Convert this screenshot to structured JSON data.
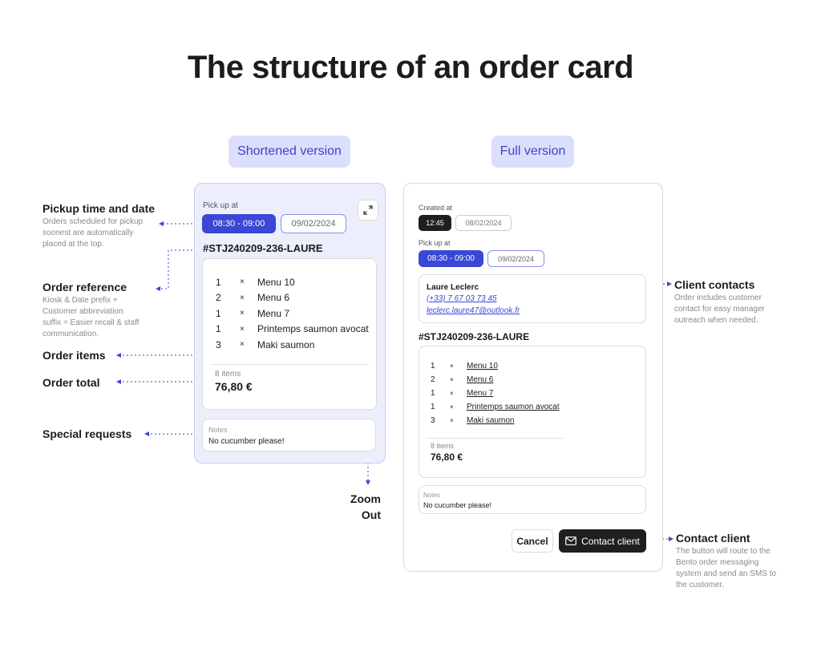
{
  "title": "The structure of an order card",
  "headers": {
    "shortened": "Shortened version",
    "full": "Full version"
  },
  "annotations": {
    "pickup": {
      "title": "Pickup time and date",
      "desc": [
        "Orders scheduled for pickup",
        "soonest are automatically",
        "placed at the top."
      ]
    },
    "order_reference": {
      "title": "Order reference",
      "desc": [
        "Kiosk & Date prefix +",
        "Customer abbreviation",
        "suffix = Easier recall & staff",
        "communication."
      ]
    },
    "order_items": {
      "title": "Order items"
    },
    "order_total": {
      "title": "Order total"
    },
    "special_requests": {
      "title": "Special requests"
    },
    "zoom_out": {
      "line1": "Zoom",
      "line2": "Out"
    },
    "client_contacts": {
      "title": "Client contacts",
      "desc": [
        "Order includes customer",
        "contact for easy manager",
        "outreach when needed."
      ]
    },
    "contact_client": {
      "title": "Contact client",
      "desc": [
        "The button will route to the",
        "Bento order messaging",
        "system and send an SMS to",
        "the customer."
      ]
    }
  },
  "order": {
    "pickup_label": "Pick up at",
    "pickup_time": "08:30 - 09:00",
    "pickup_date": "09/02/2024",
    "created_label": "Created at",
    "created_time": "12:45",
    "created_date": "08/02/2024",
    "reference": "#STJ240209-236-LAURE",
    "items": [
      {
        "qty": "1",
        "x": "×",
        "name": "Menu 10"
      },
      {
        "qty": "2",
        "x": "×",
        "name": "Menu 6"
      },
      {
        "qty": "1",
        "x": "×",
        "name": "Menu 7"
      },
      {
        "qty": "1",
        "x": "×",
        "name": "Printemps saumon avocat"
      },
      {
        "qty": "3",
        "x": "×",
        "name": "Maki saumon"
      }
    ],
    "items_count": "8 items",
    "total": "76,80 €",
    "notes_label": "Notes",
    "notes_text": "No cucumber please!",
    "client": {
      "name": "Laure Leclerc",
      "phone": "(+33) 7 67 03 73 45",
      "email": "leclerc.laure47@outlook.fr"
    },
    "cancel_label": "Cancel",
    "contact_label": "Contact client"
  },
  "icons": {
    "expand": "expand-arrows-icon",
    "mail": "mail-icon"
  },
  "colors": {
    "accent": "#3a47d5",
    "pill_bg": "#dcdffb",
    "card_bg": "#eceefc",
    "dark": "#1f1f1f"
  }
}
